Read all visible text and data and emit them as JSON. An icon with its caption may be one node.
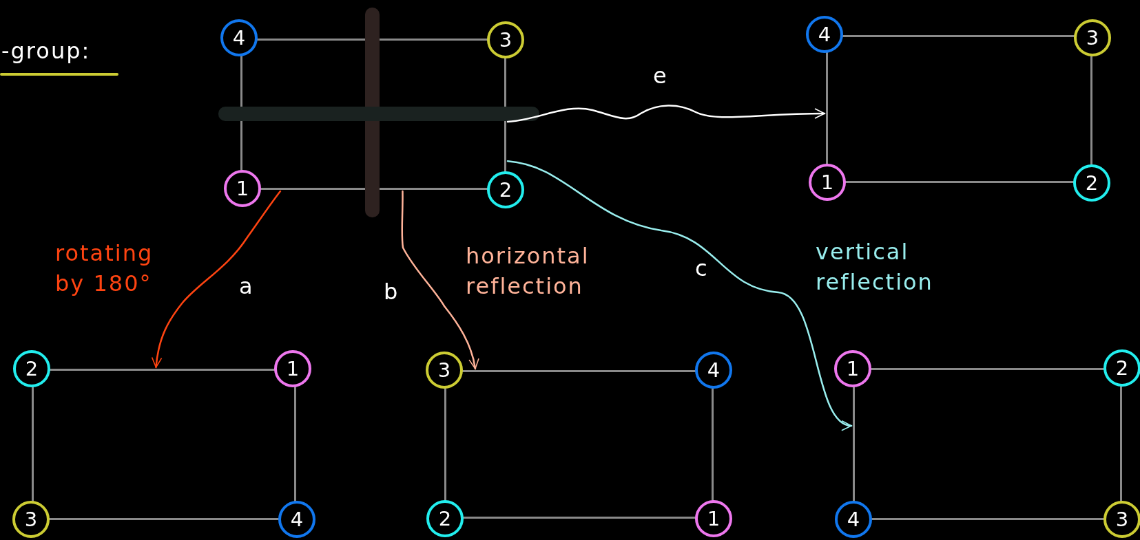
{
  "diagram": {
    "title": "-group:",
    "nodes": [
      {
        "text": [],
        "shape": "box"
      },
      {
        "text": [
          "4"
        ]
      },
      {
        "text": [
          "3"
        ]
      },
      {
        "text": [
          "1"
        ]
      },
      {
        "text": [
          "2"
        ]
      },
      {
        "text": [],
        "shape": "box"
      },
      {
        "text": [
          "4"
        ]
      },
      {
        "text": [
          "3"
        ]
      },
      {
        "text": [
          "1"
        ]
      },
      {
        "text": [
          "2"
        ]
      },
      {
        "text": [],
        "shape": "box"
      },
      {
        "text": [
          "2"
        ]
      },
      {
        "text": [
          "1"
        ]
      },
      {
        "text": [
          "3"
        ]
      },
      {
        "text": [
          "4"
        ]
      },
      {
        "text": [],
        "shape": "box"
      },
      {
        "text": [
          "3"
        ]
      },
      {
        "text": [
          "4"
        ]
      },
      {
        "text": [
          "2"
        ]
      },
      {
        "text": [
          "1"
        ]
      },
      {
        "text": [],
        "shape": "box"
      },
      {
        "text": [
          "1"
        ]
      },
      {
        "text": [
          "2"
        ]
      },
      {
        "text": [
          "4"
        ]
      },
      {
        "text": [
          "3"
        ]
      },
      {
        "text": [],
        "shape": "bar"
      },
      {
        "text": [],
        "shape": "bar"
      }
    ],
    "edges": [
      {
        "from": 0,
        "to": 5,
        "arrow": "to",
        "label": "e",
        "color": "#ffffff"
      },
      {
        "from": 0,
        "to": 10,
        "arrow": "to",
        "label": "a",
        "color": "#ff4411"
      },
      {
        "from": 0,
        "to": 15,
        "arrow": "to",
        "label": "b",
        "color": "#ffb399"
      },
      {
        "from": 0,
        "to": 20,
        "arrow": "to",
        "label": "c",
        "color": "#99eeee"
      }
    ],
    "labels": [
      "rotating by 180°",
      "horizontal reflection",
      "vertical reflection"
    ]
  }
}
